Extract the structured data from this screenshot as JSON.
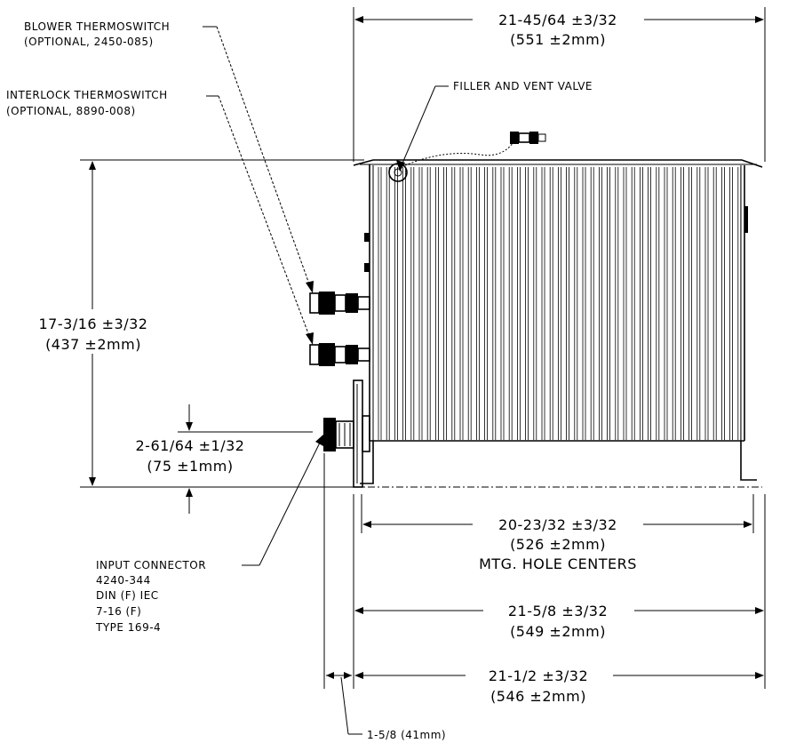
{
  "labels": {
    "blower": {
      "line1": "BLOWER THERMOSWITCH",
      "line2": "(OPTIONAL, 2450-085)"
    },
    "interlock": {
      "line1": "INTERLOCK THERMOSWITCH",
      "line2": "(OPTIONAL, 8890-008)"
    },
    "filler": "FILLER AND VENT VALVE",
    "input": {
      "line1": "INPUT CONNECTOR",
      "line2": "4240-344",
      "line3": "DIN (F) IEC",
      "line4": "7-16 (F)",
      "line5": "TYPE 169-4"
    }
  },
  "dimensions": {
    "top_width": {
      "imperial": "21-45/64 ±3/32",
      "metric": "(551 ±2mm)"
    },
    "height": {
      "imperial": "17-3/16 ±3/32",
      "metric": "(437 ±2mm)"
    },
    "connector_height": {
      "imperial": "2-61/64 ±1/32",
      "metric": "(75 ±1mm)"
    },
    "hole_centers": {
      "imperial": "20-23/32 ±3/32",
      "metric": "(526 ±2mm)",
      "note": "MTG. HOLE CENTERS"
    },
    "overall_width": {
      "imperial": "21-5/8 ±3/32",
      "metric": "(549 ±2mm)"
    },
    "base_width": {
      "imperial": "21-1/2 ±3/32",
      "metric": "(546 ±2mm)"
    },
    "flange": "1-5/8 (41mm)"
  }
}
